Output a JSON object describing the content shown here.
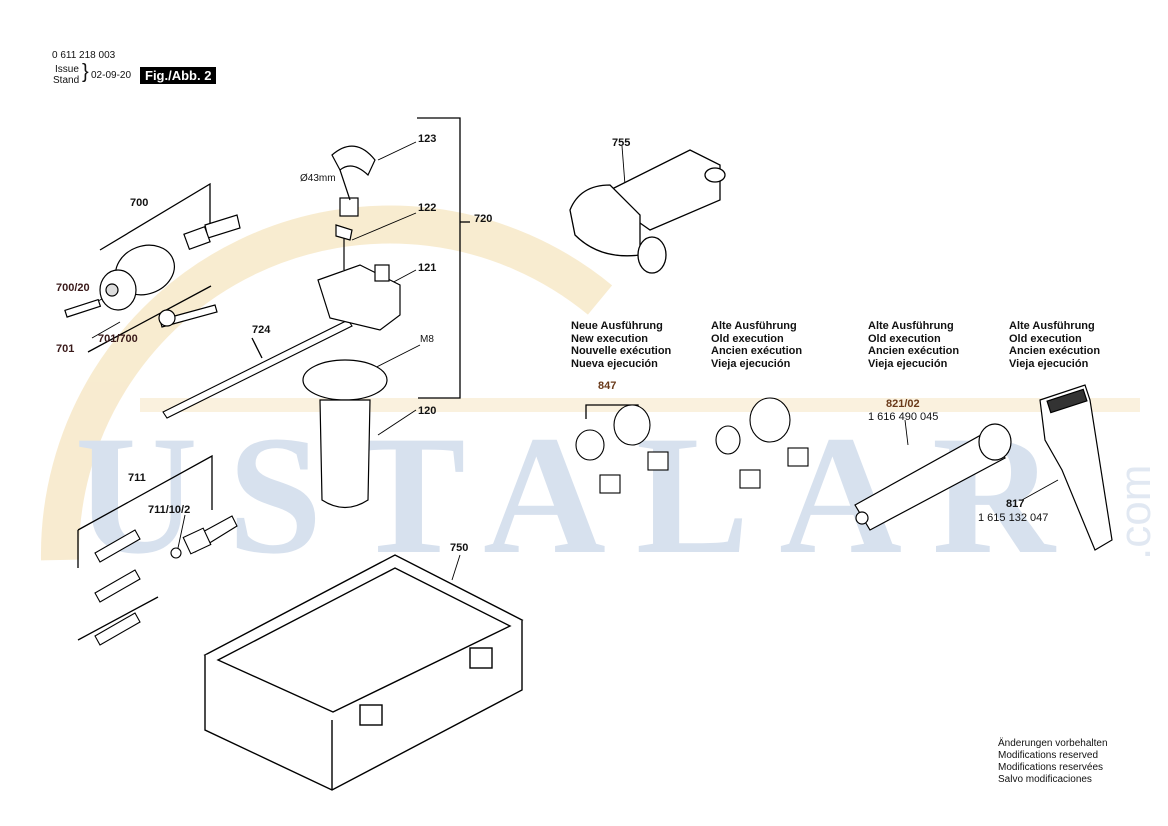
{
  "header": {
    "doc_number": "0 611 218 003",
    "issue_label": "Issue",
    "stand_label": "Stand",
    "date": "02-09-20",
    "figure": "Fig./Abb. 2"
  },
  "parts": {
    "p700": "700",
    "p700_20": "700/20",
    "p701": "701",
    "p701_700": "701/700",
    "p724": "724",
    "p711": "711",
    "p711_10_2": "711/10/2",
    "p123": "123",
    "p122": "122",
    "p121": "121",
    "p720": "720",
    "pM8": "M8",
    "p120": "120",
    "p750": "750",
    "p755": "755",
    "p847": "847",
    "p821_02": "821/02",
    "p821_02_number": "1 616 490 045",
    "p817": "817",
    "p817_number": "1 615 132 047",
    "diameter": "Ø43mm"
  },
  "executions": {
    "new": [
      "Neue Ausführung",
      "New execution",
      "Nouvelle exécution",
      "Nueva ejecución"
    ],
    "old": [
      "Alte Ausführung",
      "Old execution",
      "Ancien exécution",
      "Vieja ejecución"
    ]
  },
  "footer_notes": [
    "Änderungen vorbehalten",
    "Modifications reserved",
    "Modifications reservées",
    "Salvo modificaciones"
  ],
  "watermark": {
    "text": "USTALAR",
    "suffix": ".com",
    "color": "#9fb5d3",
    "ring_color": "#f3dcaa"
  }
}
